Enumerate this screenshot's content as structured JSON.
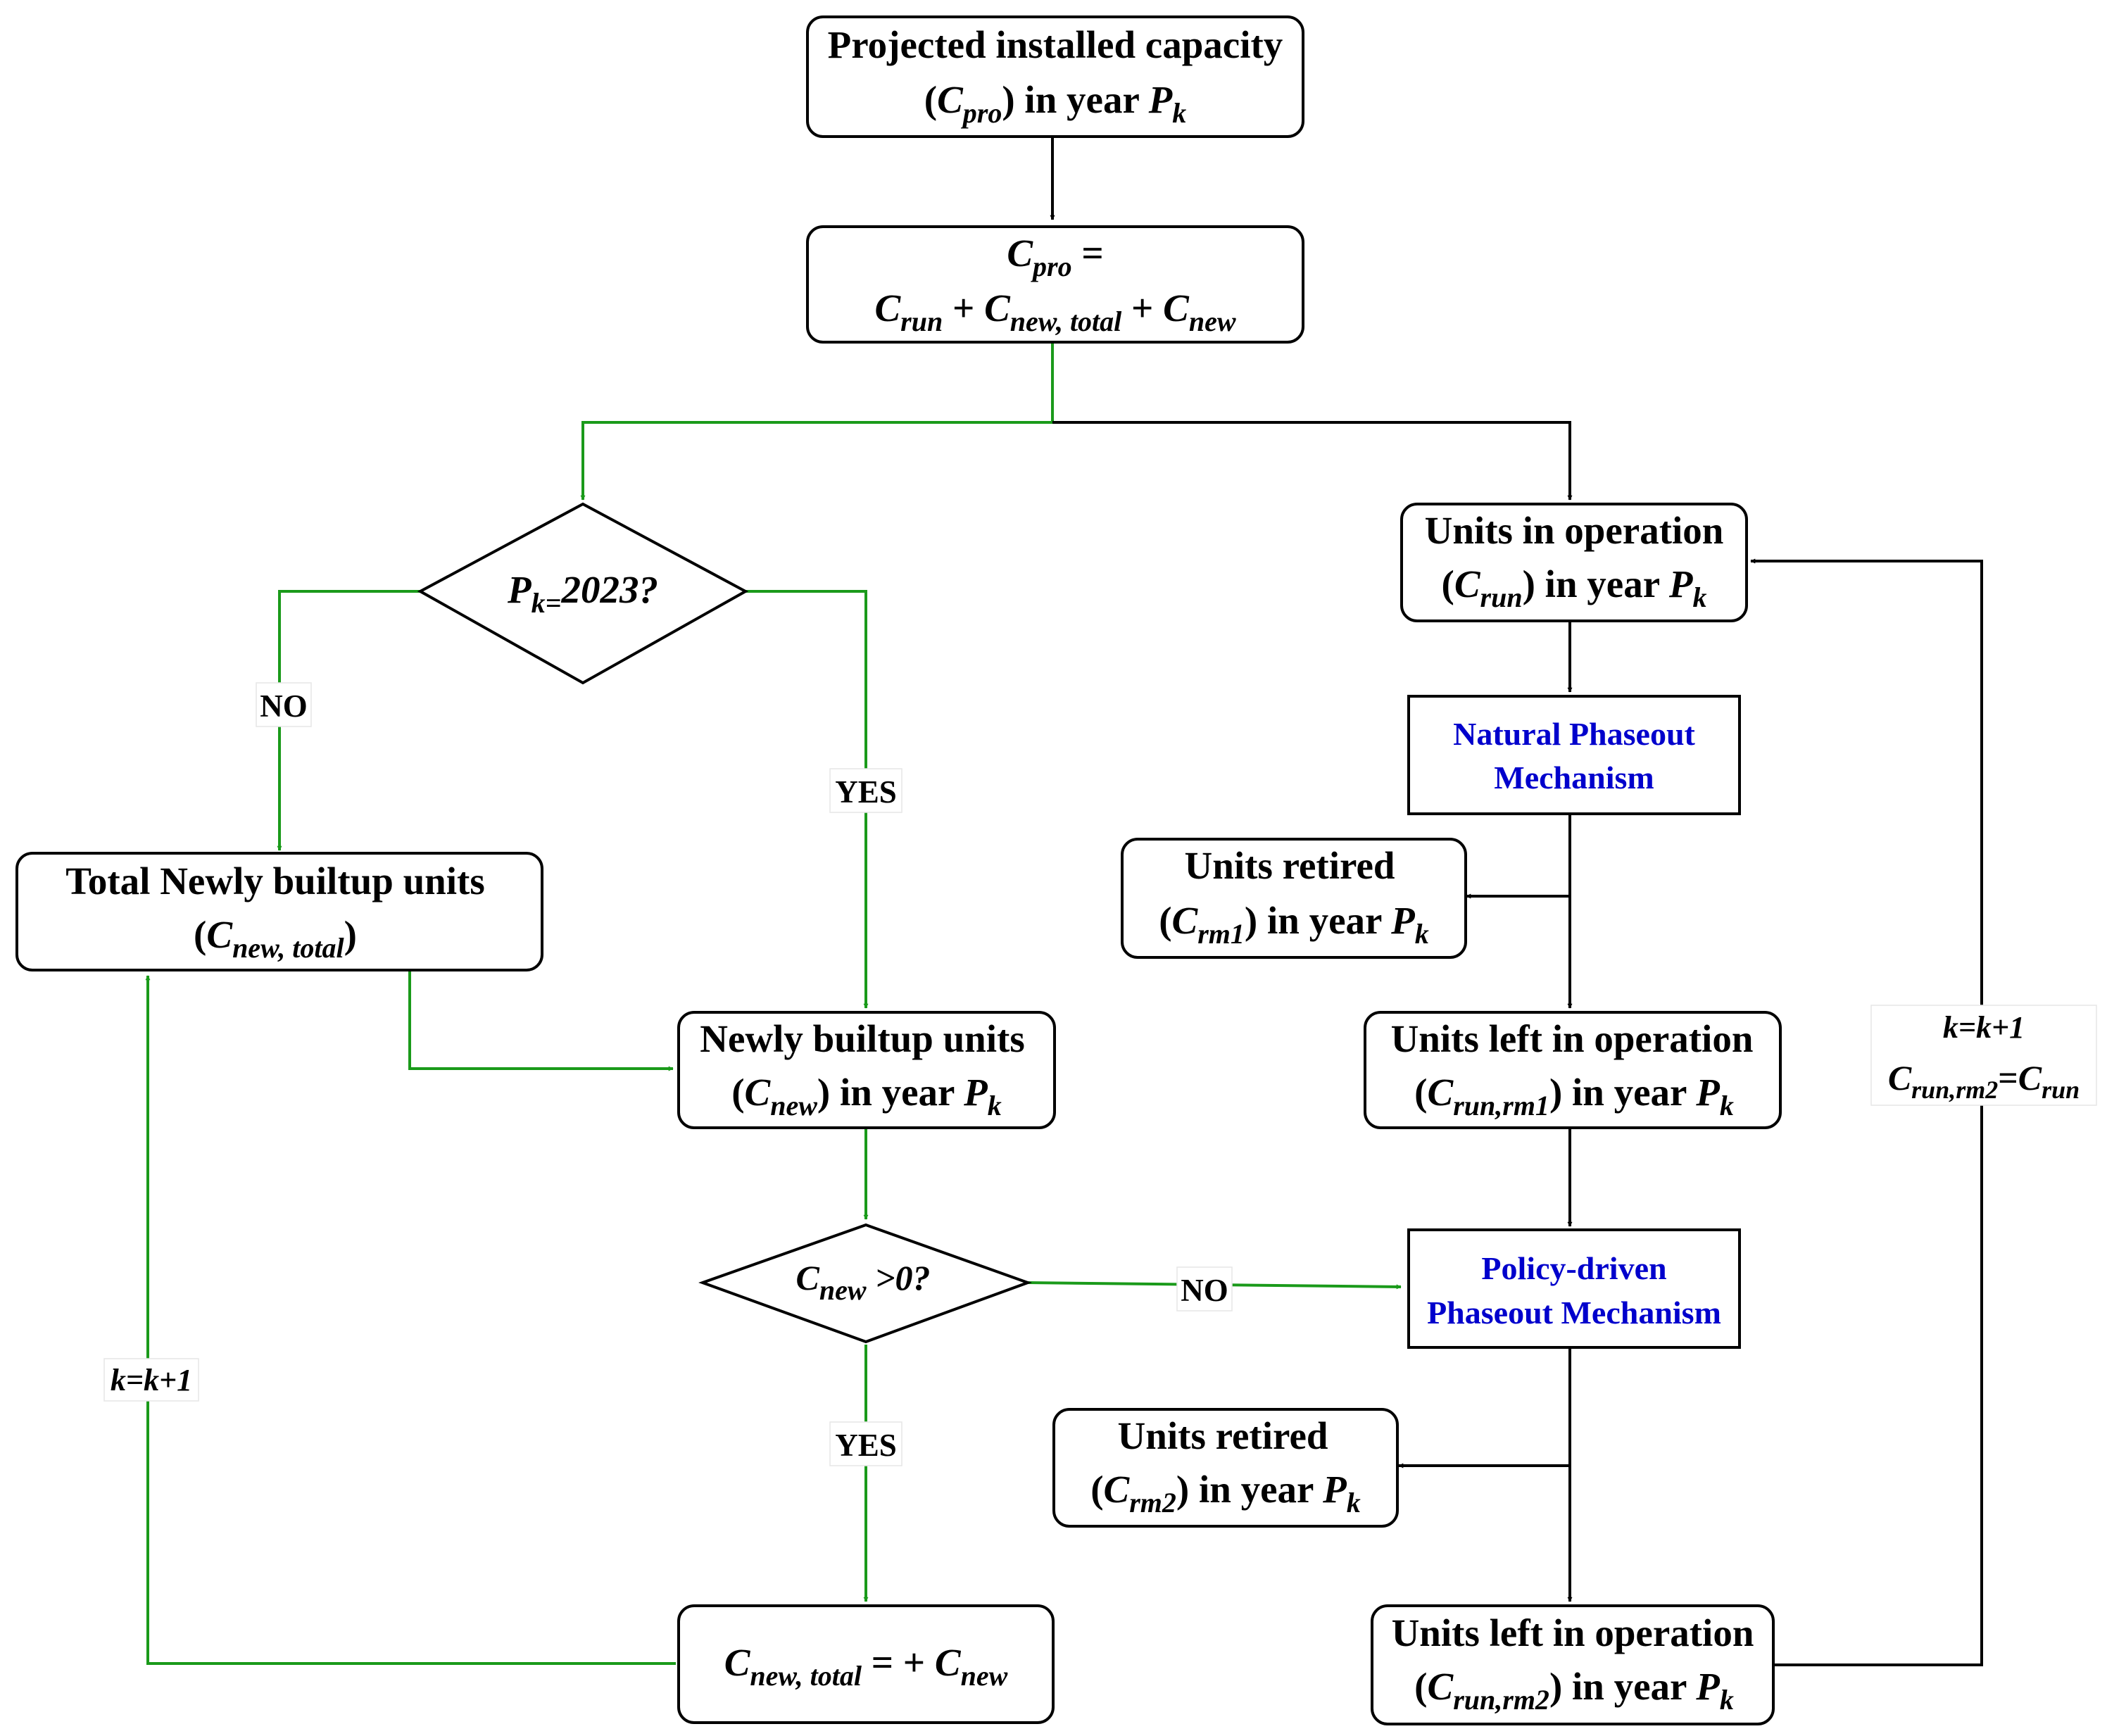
{
  "colors": {
    "green_flow": "#1a9a1a",
    "black_flow": "#000000",
    "mechanism_text": "#0000cc"
  },
  "nodes": {
    "projected": {
      "line1": "Projected installed capacity",
      "l2_open": "(",
      "l2_C": "C",
      "l2_sub": "pro",
      "l2_mid": ") in year ",
      "l2_P": "P",
      "l2_k": "k"
    },
    "equation": {
      "l1_C": "C",
      "l1_sub": "pro",
      "l1_eq": " =",
      "l2_C1": "C",
      "l2_s1": "run",
      "l2_p1": " + ",
      "l2_C2": "C",
      "l2_s2": "new, total",
      "l2_p2": " + ",
      "l2_C3": "C",
      "l2_s3": "new"
    },
    "decision_year": {
      "P": "P",
      "sub": "k=",
      "rest": "2023?"
    },
    "units_in_operation": {
      "line1": "Units in operation",
      "l2_open": "(",
      "l2_C": "C",
      "l2_sub": "run",
      "l2_mid": ") in year ",
      "l2_P": "P",
      "l2_k": "k"
    },
    "natural_phaseout": {
      "line1": "Natural Phaseout",
      "line2": "Mechanism"
    },
    "units_retired_1": {
      "line1": "Units retired",
      "l2_open": "(",
      "l2_C": "C",
      "l2_sub": "rm1",
      "l2_mid": ") in year ",
      "l2_P": "P",
      "l2_k": "k"
    },
    "total_newly_builtup": {
      "line1": "Total Newly builtup units",
      "l2_open": "(",
      "l2_C": "C",
      "l2_sub": "new, total",
      "l2_close": ")"
    },
    "newly_builtup": {
      "line1": "Newly builtup units",
      "l2_open": "(",
      "l2_C": "C",
      "l2_sub": "new",
      "l2_mid": ") in year ",
      "l2_P": "P",
      "l2_k": "k"
    },
    "units_left_1": {
      "line1": "Units left in operation",
      "l2_open": "(",
      "l2_C": "C",
      "l2_sub": "run,rm1",
      "l2_mid": ") in year ",
      "l2_P": "P",
      "l2_k": "k"
    },
    "decision_new": {
      "C": "C",
      "sub": "new",
      "rest": " >0?"
    },
    "policy_phaseout": {
      "line1": "Policy-driven",
      "line2": "Phaseout Mechanism"
    },
    "units_retired_2": {
      "line1": "Units retired",
      "l2_open": "(",
      "l2_C": "C",
      "l2_sub": "rm2",
      "l2_mid": ") in year ",
      "l2_P": "P",
      "l2_k": "k"
    },
    "cumulative": {
      "C1": "C",
      "s1": "new, total",
      "mid": " = + ",
      "C2": "C",
      "s2": "new"
    },
    "units_left_2": {
      "line1": "Units left in operation",
      "l2_open": "(",
      "l2_C": "C",
      "l2_sub": "run,rm2",
      "l2_mid": ") in year ",
      "l2_P": "P",
      "l2_k": "k"
    }
  },
  "edge_labels": {
    "no_year": "NO",
    "yes_year": "YES",
    "no_new": "NO",
    "yes_new": "YES",
    "left_loop": "k=k+1",
    "right_loop_line1": "k=k+1",
    "right_loop_C1": "C",
    "right_loop_s1": "run,rm2",
    "right_loop_eq": "=",
    "right_loop_C2": "C",
    "right_loop_s2": "run"
  }
}
